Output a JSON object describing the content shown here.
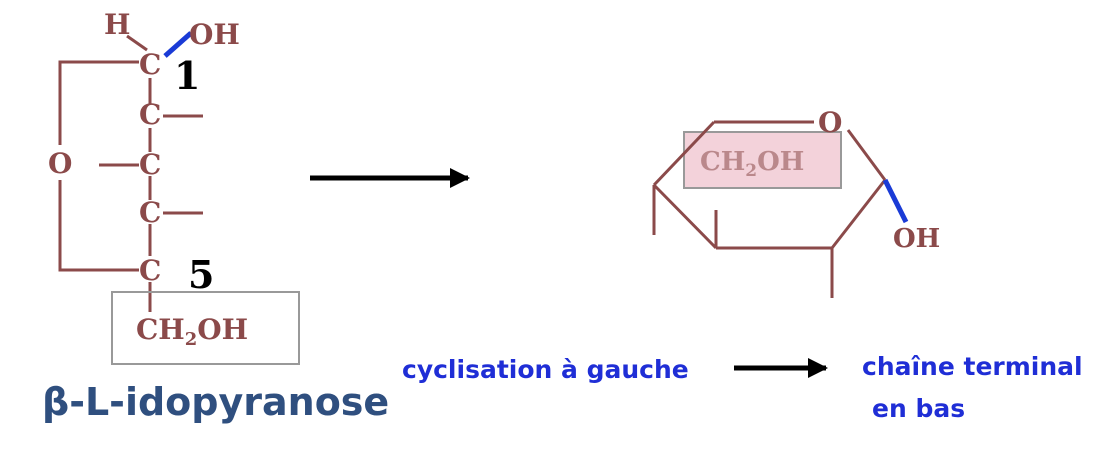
{
  "colors": {
    "bond": "#8B4A4A",
    "highlight_bond": "#1A3BD6",
    "arrow": "#000000",
    "blue_text": "#1F2ED6",
    "name_text": "#2F4F7F",
    "highlight_fill": "#F3D2DA",
    "frame": "#999999"
  },
  "fischer": {
    "h": "H",
    "oh": "OH",
    "c1": "C",
    "c2": "C",
    "c3": "C",
    "c4": "C",
    "c5": "C",
    "ring_o": "O",
    "ch2oh": "CH",
    "ch2oh_sub": "2",
    "ch2oh_tail": "OH",
    "label_1": "1",
    "label_5": "5"
  },
  "haworth": {
    "ring_o": "O",
    "ch2oh": "CH",
    "ch2oh_sub": "2",
    "ch2oh_tail": "OH",
    "oh": "OH"
  },
  "compound_name": "β-L-idopyranose",
  "notes": {
    "cyclisation": "cyclisation à gauche",
    "chain_line1": "chaîne  terminal",
    "chain_line2": "en bas"
  }
}
